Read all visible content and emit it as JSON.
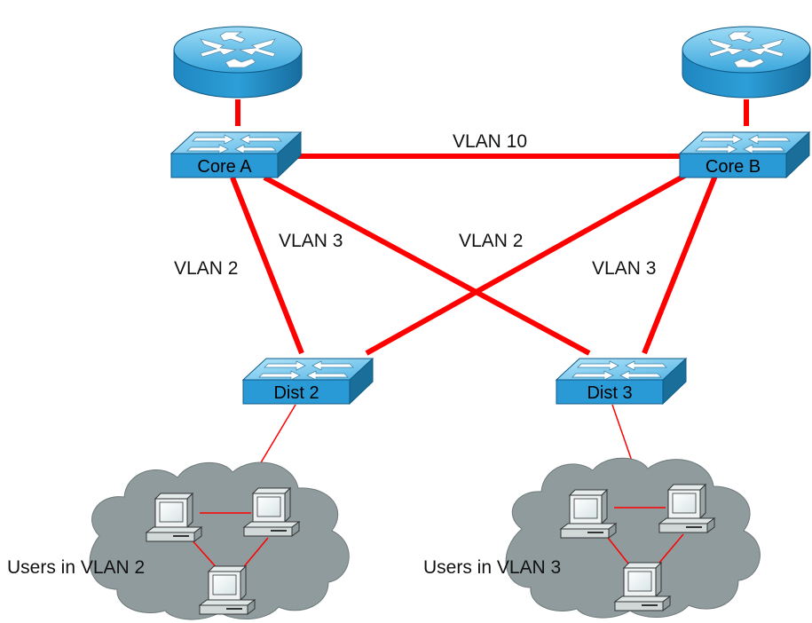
{
  "colors": {
    "link": "#ff0000",
    "device_blue": "#2a9ad6",
    "device_blue_light": "#8fd2f2",
    "device_blue_dark": "#1a6e9a",
    "cloud": "#8f9b9d",
    "background": "#ffffff"
  },
  "devices": {
    "router_a": {
      "icon": "router-icon"
    },
    "router_b": {
      "icon": "router-icon"
    },
    "core_a": {
      "label": "Core A",
      "icon": "switch-icon"
    },
    "core_b": {
      "label": "Core B",
      "icon": "switch-icon"
    },
    "dist_2": {
      "label": "Dist 2",
      "icon": "switch-icon"
    },
    "dist_3": {
      "label": "Dist 3",
      "icon": "switch-icon"
    }
  },
  "links": {
    "core_a_core_b": "VLAN 10",
    "core_a_dist_2": "VLAN 2",
    "core_a_dist_3": "VLAN 3",
    "core_b_dist_2": "VLAN 2",
    "core_b_dist_3": "VLAN 3"
  },
  "clouds": {
    "vlan2": {
      "label": "Users in VLAN 2",
      "icon": "pc-icon"
    },
    "vlan3": {
      "label": "Users in VLAN 3",
      "icon": "pc-icon"
    }
  }
}
